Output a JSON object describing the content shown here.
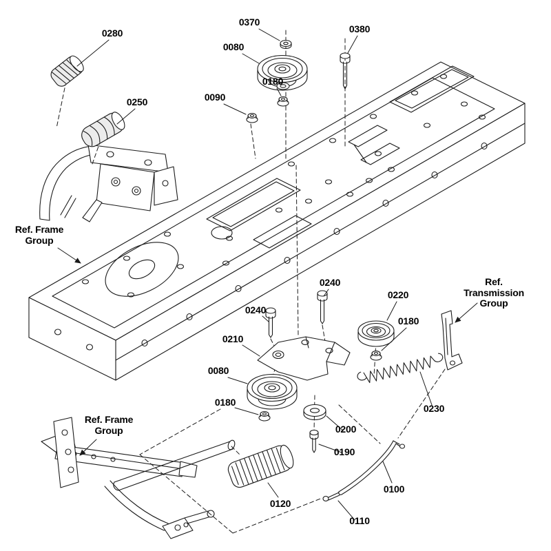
{
  "diagram": {
    "type": "exploded-parts-diagram",
    "background": "#ffffff",
    "line_color": "#1a1a1a",
    "callouts": [
      {
        "label": "0280"
      },
      {
        "label": "0250"
      },
      {
        "label": "0370"
      },
      {
        "label": "0080"
      },
      {
        "label": "0180"
      },
      {
        "label": "0090"
      },
      {
        "label": "0380"
      },
      {
        "label": "0240"
      },
      {
        "label": "0240"
      },
      {
        "label": "0220"
      },
      {
        "label": "0180"
      },
      {
        "label": "0210"
      },
      {
        "label": "0080"
      },
      {
        "label": "0230"
      },
      {
        "label": "0180"
      },
      {
        "label": "0200"
      },
      {
        "label": "0190"
      },
      {
        "label": "0120"
      },
      {
        "label": "0110"
      },
      {
        "label": "0100"
      }
    ],
    "ref_labels": [
      {
        "text": "Ref. Frame\nGroup"
      },
      {
        "text": "Ref. Transmission\nGroup"
      },
      {
        "text": "Ref. Frame\nGroup"
      }
    ]
  }
}
